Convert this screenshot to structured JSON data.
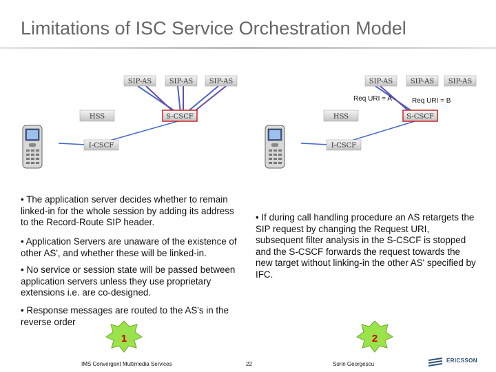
{
  "title": "Limitations of ISC Service Orchestration Model",
  "diagram_left": {
    "sip_as": [
      "SIP-AS",
      "SIP-AS",
      "SIP-AS"
    ],
    "hss": "HSS",
    "scscf": "S-CSCF",
    "icscf": "I-CSCF"
  },
  "diagram_right": {
    "sip_as": [
      "SIP-AS",
      "SIP-AS",
      "SIP-AS"
    ],
    "req_uri_a": "Req URI = A",
    "req_uri_b": "Req URI = B",
    "hss": "HSS",
    "scscf": "S-CSCF",
    "icscf": "I-CSCF"
  },
  "bullets_left": [
    "• The application server decides whether to remain linked-in for the whole session by adding its address to the Record-Route SIP header.",
    "• Application Servers are unaware of the existence of other AS', and whether these will be linked-in.",
    "• No service or session state will be  passed between application servers unless they use proprietary extensions i.e. are  co-designed.",
    "• Response messages are routed to the AS's in the reverse order"
  ],
  "bullet_right": "• If during call handling procedure an AS retargets the SIP request by changing the Request URI, subsequent filter analysis in the S-CSCF is stopped and the S-CSCF forwards the request towards the new target without linking-in the other AS' specified by IFC.",
  "badges": [
    "1",
    "2"
  ],
  "footer": {
    "left": "IMS Convergent Multimedia Services",
    "page": "22",
    "author": "Sorin Georgescu",
    "logo": "ERICSSON"
  },
  "colors": {
    "title": "#666666",
    "accent_red": "#cc2222",
    "line_blue": "#4466cc",
    "badge_fill": "#9be34a",
    "badge_text": "#cc0000",
    "logo": "#2b4d78"
  }
}
